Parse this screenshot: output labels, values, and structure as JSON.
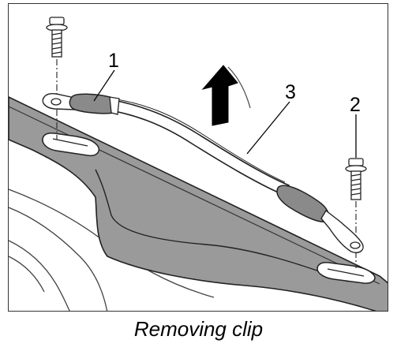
{
  "callouts": {
    "clip": "1",
    "screw": "2",
    "strap": "3"
  },
  "caption": "Removing clip"
}
